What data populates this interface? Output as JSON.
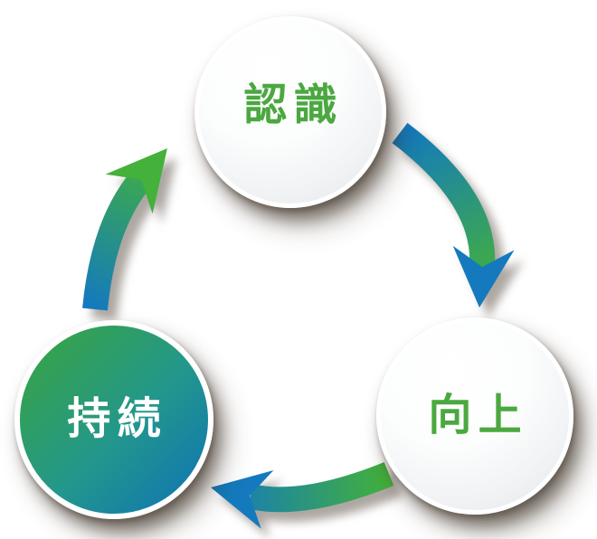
{
  "diagram": {
    "type": "cycle",
    "direction": "clockwise",
    "nodes": [
      {
        "id": "ninshiki",
        "label": "認識",
        "position": "top",
        "variant": "light",
        "label_color": "#4ba840"
      },
      {
        "id": "koujou",
        "label": "向上",
        "position": "bottom-right",
        "variant": "light",
        "label_color": "#4ba840"
      },
      {
        "id": "jizoku",
        "label": "持続",
        "position": "bottom-left",
        "variant": "gradient",
        "label_color": "#ffffff"
      }
    ],
    "arrows": [
      {
        "from": "ninshiki",
        "to": "koujou",
        "gradient_start": "#147abd",
        "gradient_end": "#43b13a"
      },
      {
        "from": "koujou",
        "to": "jizoku",
        "gradient_start": "#43b13a",
        "gradient_end": "#147abd"
      },
      {
        "from": "jizoku",
        "to": "ninshiki",
        "gradient_start": "#147abd",
        "gradient_end": "#43b13a"
      }
    ],
    "colors": {
      "label_green": "#4ba840",
      "label_white": "#ffffff",
      "node_gradient_green": "#3aa53b",
      "node_gradient_blue": "#0d72b6",
      "arrow_blue": "#147abd",
      "arrow_green": "#43b13a"
    }
  }
}
